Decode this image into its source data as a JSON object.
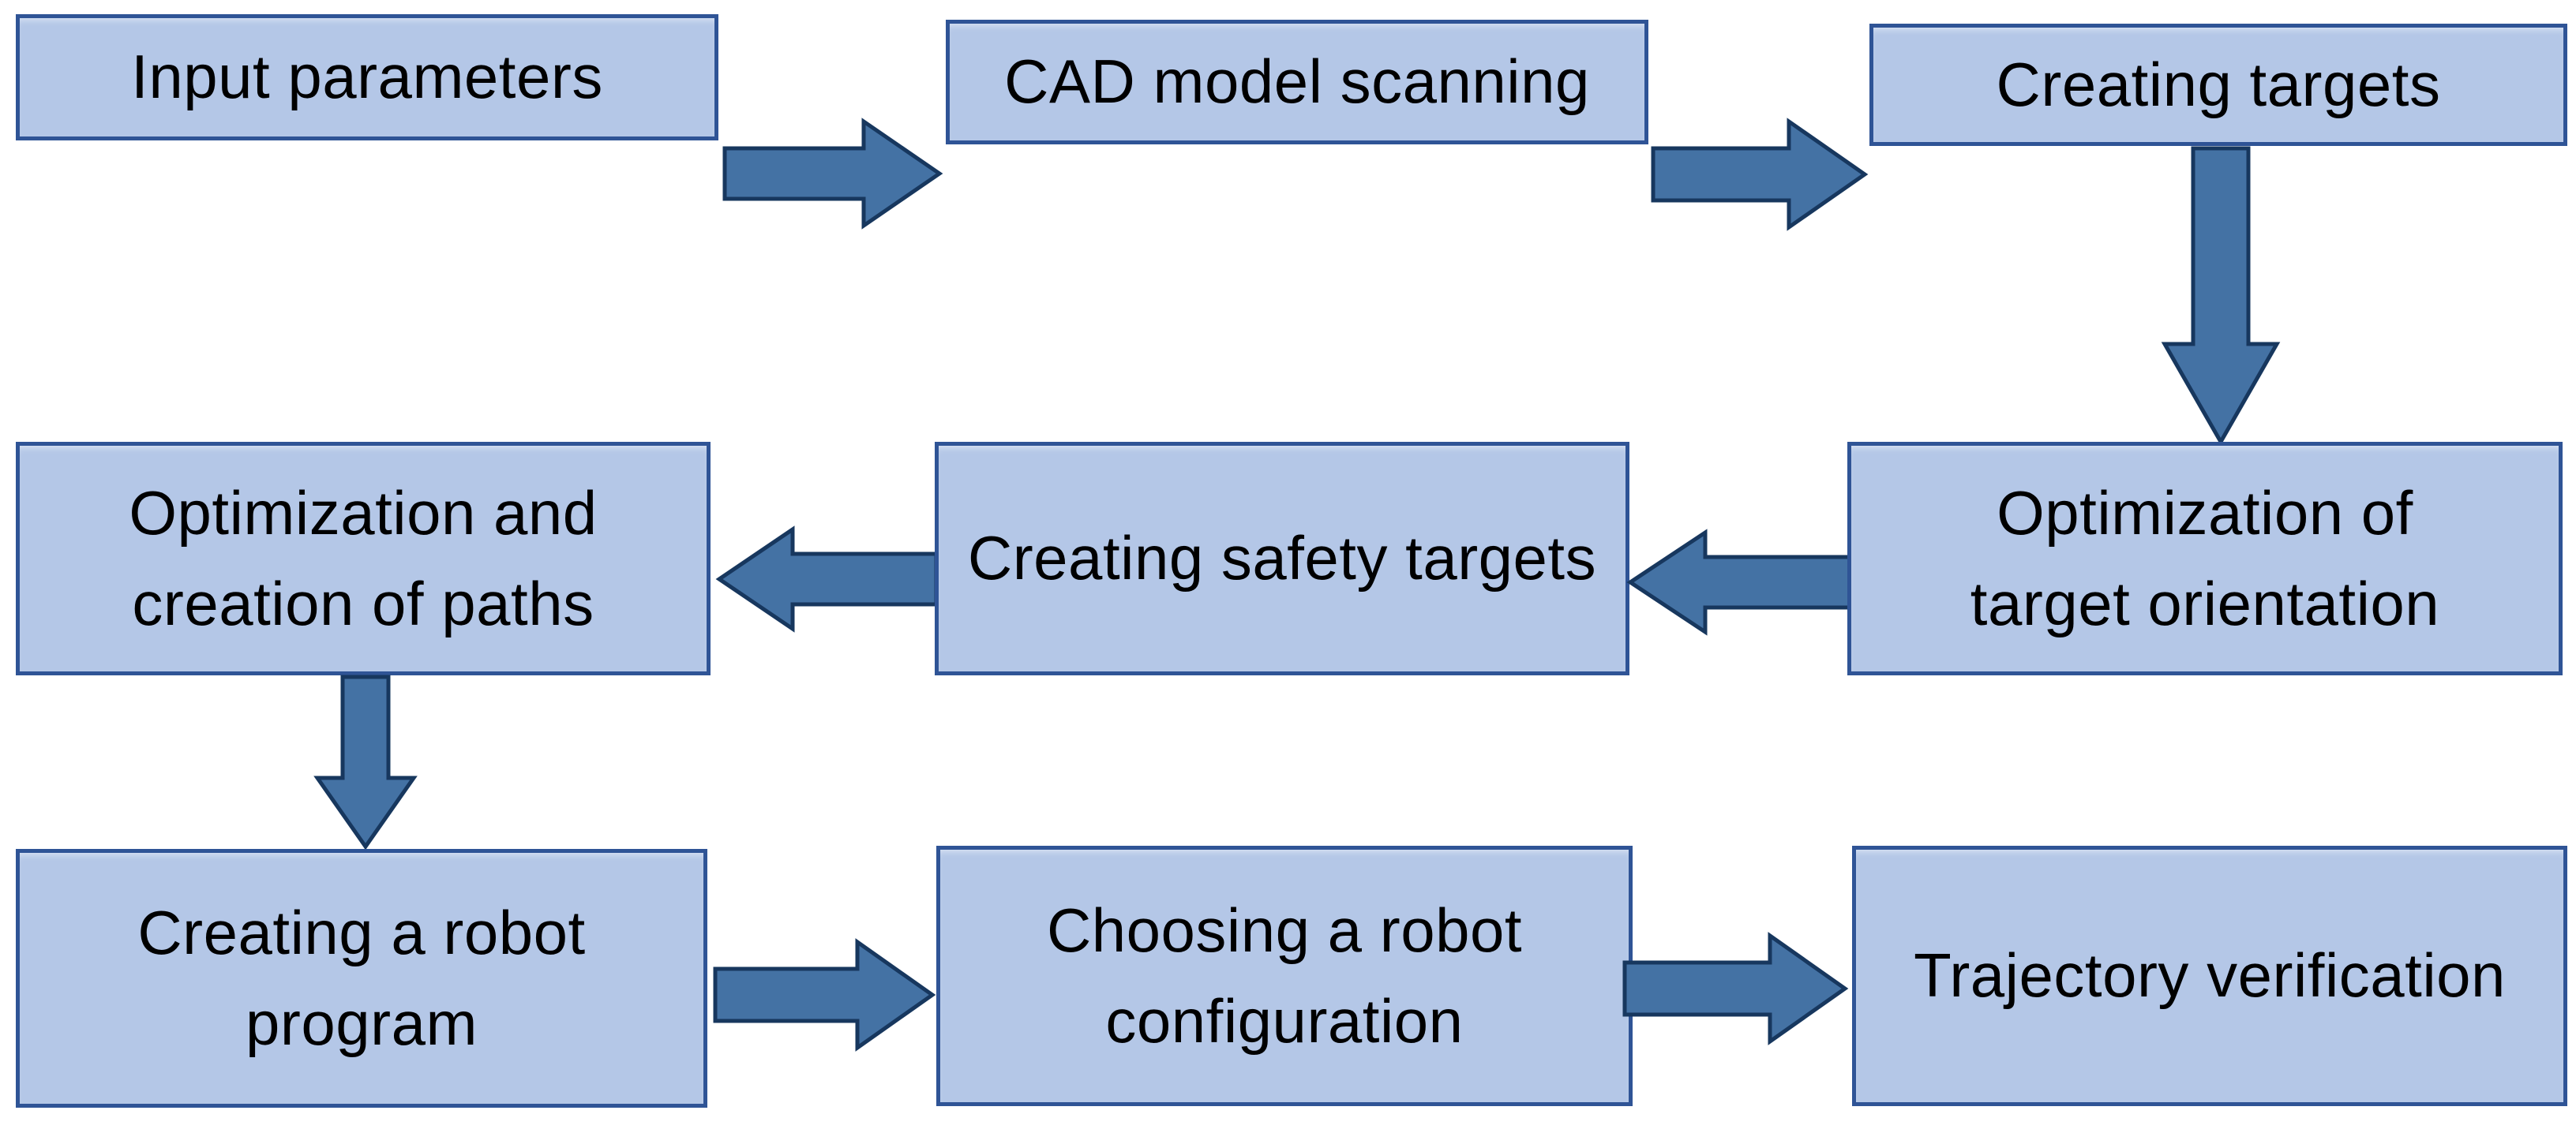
{
  "diagram": {
    "title": "Robot programming workflow flowchart",
    "style": {
      "node_fill": "#b4c7e7",
      "node_border": "#2f5496",
      "arrow_fill": "#4472a4",
      "arrow_border": "#1f3864",
      "background": "#ffffff",
      "text_color": "#000000"
    },
    "nodes": [
      {
        "id": "input-parameters",
        "label": "Input parameters"
      },
      {
        "id": "cad-model-scanning",
        "label": "CAD model scanning"
      },
      {
        "id": "creating-targets",
        "label": "Creating targets"
      },
      {
        "id": "optimization-target-orientation",
        "label": "Optimization of\ntarget orientation"
      },
      {
        "id": "creating-safety-targets",
        "label": "Creating safety targets"
      },
      {
        "id": "optimization-creation-paths",
        "label": "Optimization and\ncreation of paths"
      },
      {
        "id": "creating-robot-program",
        "label": "Creating a robot\nprogram"
      },
      {
        "id": "choosing-robot-configuration",
        "label": "Choosing a robot\nconfiguration"
      },
      {
        "id": "trajectory-verification",
        "label": "Trajectory verification"
      }
    ],
    "connectors": [
      {
        "id": "arrow-input-to-cad",
        "from": "input-parameters",
        "to": "cad-model-scanning",
        "direction": "right"
      },
      {
        "id": "arrow-cad-to-targets",
        "from": "cad-model-scanning",
        "to": "creating-targets",
        "direction": "right"
      },
      {
        "id": "arrow-targets-to-orientation",
        "from": "creating-targets",
        "to": "optimization-target-orientation",
        "direction": "down"
      },
      {
        "id": "arrow-orientation-to-safety",
        "from": "optimization-target-orientation",
        "to": "creating-safety-targets",
        "direction": "left"
      },
      {
        "id": "arrow-safety-to-paths",
        "from": "creating-safety-targets",
        "to": "optimization-creation-paths",
        "direction": "left"
      },
      {
        "id": "arrow-paths-to-program",
        "from": "optimization-creation-paths",
        "to": "creating-robot-program",
        "direction": "down"
      },
      {
        "id": "arrow-program-to-configuration",
        "from": "creating-robot-program",
        "to": "choosing-robot-configuration",
        "direction": "right"
      },
      {
        "id": "arrow-configuration-to-trajectory",
        "from": "choosing-robot-configuration",
        "to": "trajectory-verification",
        "direction": "right"
      }
    ]
  }
}
